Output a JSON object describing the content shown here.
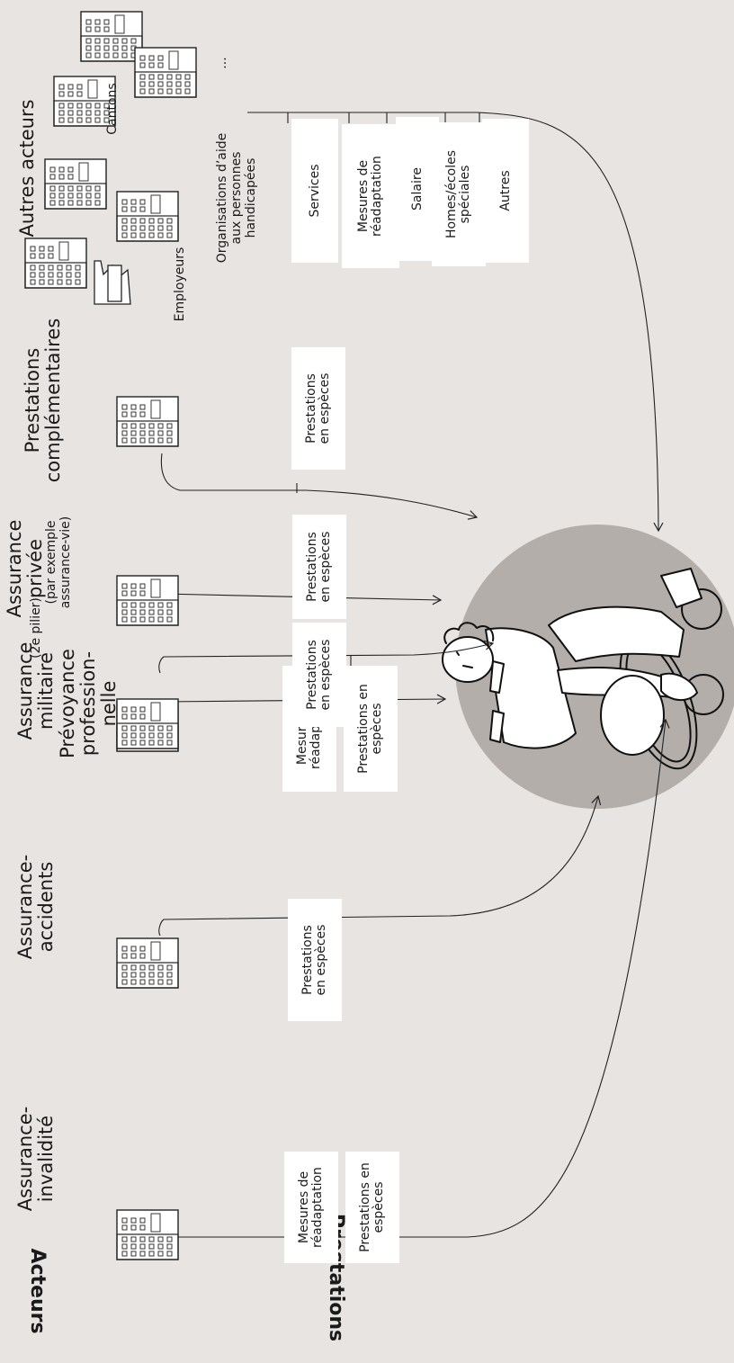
{
  "headers": {
    "actors": "Acteurs",
    "benefits": "Prestations"
  },
  "actors": {
    "ai": "Assurance-invalidité",
    "aa": "Assurance-accidents",
    "am": "Assurance militaire",
    "pp": "Prévoyance profession-nelle",
    "pp_note": "(2e pilier)",
    "ap": "Assurance privée",
    "ap_note": "(par exemple assurance-vie)",
    "pc": "Prestations complémentaires",
    "autres": "Autres acteurs"
  },
  "other_actors": {
    "employers": "Employeurs",
    "org": "Organisations d’aide aux personnes handicapées",
    "cantons": "Cantons",
    "ellipsis": "..."
  },
  "benefits": {
    "readapt": "Mesures de réadaptation",
    "cash_split": "Prestations en espèces",
    "cash": "Prestations en espèces",
    "services": "Services",
    "salaire": "Salaire",
    "homes": "Homes/écoles spéciales",
    "autres": "Autres"
  }
}
